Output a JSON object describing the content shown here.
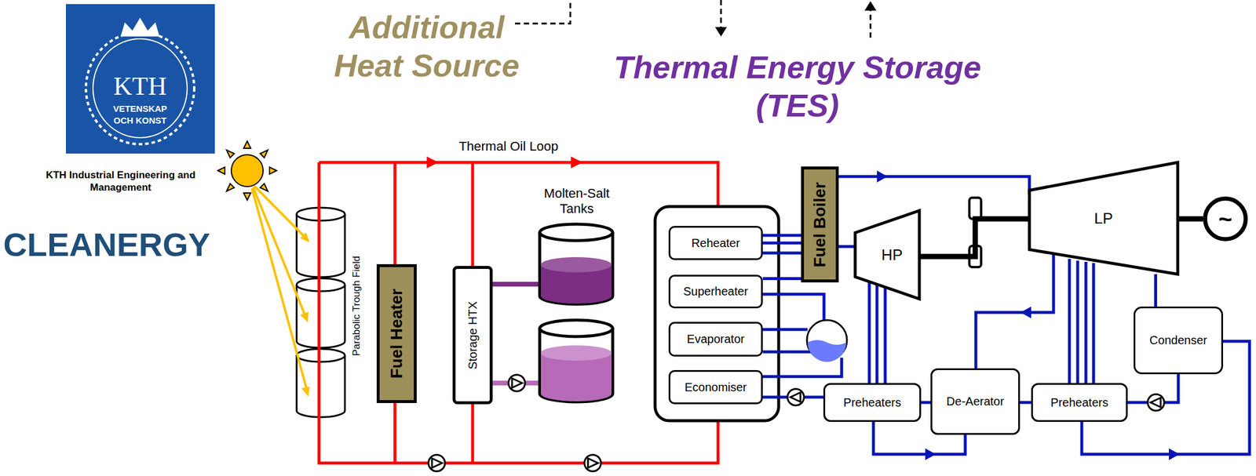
{
  "diagram": {
    "nodes": [
      {
        "text": [
          "Fuel Heater"
        ]
      },
      {
        "text": [
          "Storage HTX"
        ]
      },
      {
        "text": [
          "Reheater"
        ]
      },
      {
        "text": [
          "Superheater"
        ]
      },
      {
        "text": [
          "Evaporator"
        ]
      },
      {
        "text": [
          "Economiser"
        ]
      },
      {
        "text": [
          "Fuel Boiler"
        ]
      },
      {
        "text": [
          "HP"
        ]
      },
      {
        "text": [
          "LP"
        ]
      },
      {
        "text": [
          "Condenser"
        ]
      },
      {
        "text": [
          "Preheaters"
        ]
      },
      {
        "text": [
          "De-Aerator"
        ]
      },
      {
        "text": [
          "Preheaters"
        ]
      },
      {
        "text": [
          "~"
        ]
      }
    ],
    "edges": [
      {
        "from": 6,
        "to": 7,
        "arrow": "none"
      },
      {
        "from": 2,
        "to": 6,
        "arrow": "none"
      },
      {
        "from": 3,
        "to": 6,
        "arrow": "none"
      },
      {
        "from": 8,
        "to": 9,
        "arrow": "none"
      },
      {
        "from": 9,
        "to": 12,
        "arrow": "none"
      },
      {
        "from": 12,
        "to": 11,
        "arrow": "none"
      },
      {
        "from": 11,
        "to": 10,
        "arrow": "none"
      },
      {
        "from": 10,
        "to": 5,
        "arrow": "none"
      },
      {
        "from": 8,
        "to": 13,
        "arrow": "none"
      },
      {
        "from": 7,
        "to": 8,
        "arrow": "none"
      }
    ],
    "labels": [
      "KTH",
      "VETENSKAP",
      "OCH KONST",
      "KTH Industrial Engineering and Management",
      "CLEANERGY",
      "Additional Heat Source",
      "Thermal Energy Storage (TES)",
      "Thermal Oil Loop",
      "Parabolic Trough Field",
      "Molten-Salt Tanks"
    ]
  }
}
